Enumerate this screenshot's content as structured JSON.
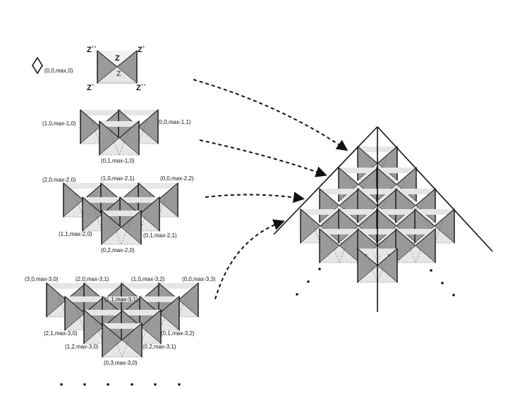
{
  "rows": [
    {
      "id": "row-0",
      "labels": [
        "(0,0,max,0)"
      ],
      "z_labels": [
        "Z``",
        "Z`",
        "Z",
        "Z",
        "Z`",
        "Z``"
      ]
    },
    {
      "id": "row-1",
      "labels": [
        "(1,0,max-1,0)",
        "(0,0,max-1,1)",
        "(0,1,max-1,0)"
      ]
    },
    {
      "id": "row-2",
      "labels": [
        "(2,0,max-2,0)",
        "(1,0,max-2,1)",
        "(0,0,max-2,2)",
        "(1,1,max-2,0)",
        "(0,1,max-2,1)",
        "(0,2,max-2,0)"
      ]
    },
    {
      "id": "row-3",
      "labels": [
        "(3,0,max-3,0)",
        "(2,0,max-3,1)",
        "(1,0,max-3,2)",
        "(0,0,max-3,3)",
        "(1,1,max-3,1)",
        "(2,1,max-3,0)",
        "(0,1,max-3,2)",
        "(1,2,max-3,0)",
        "(0,2,max-3,1)",
        "(0,3,max-3,0)"
      ]
    }
  ],
  "colors": {
    "dark_face": "#9a9a9a",
    "light_face": "#e6e6e6",
    "mid_face": "#c8c8c8",
    "line": "#111111"
  }
}
